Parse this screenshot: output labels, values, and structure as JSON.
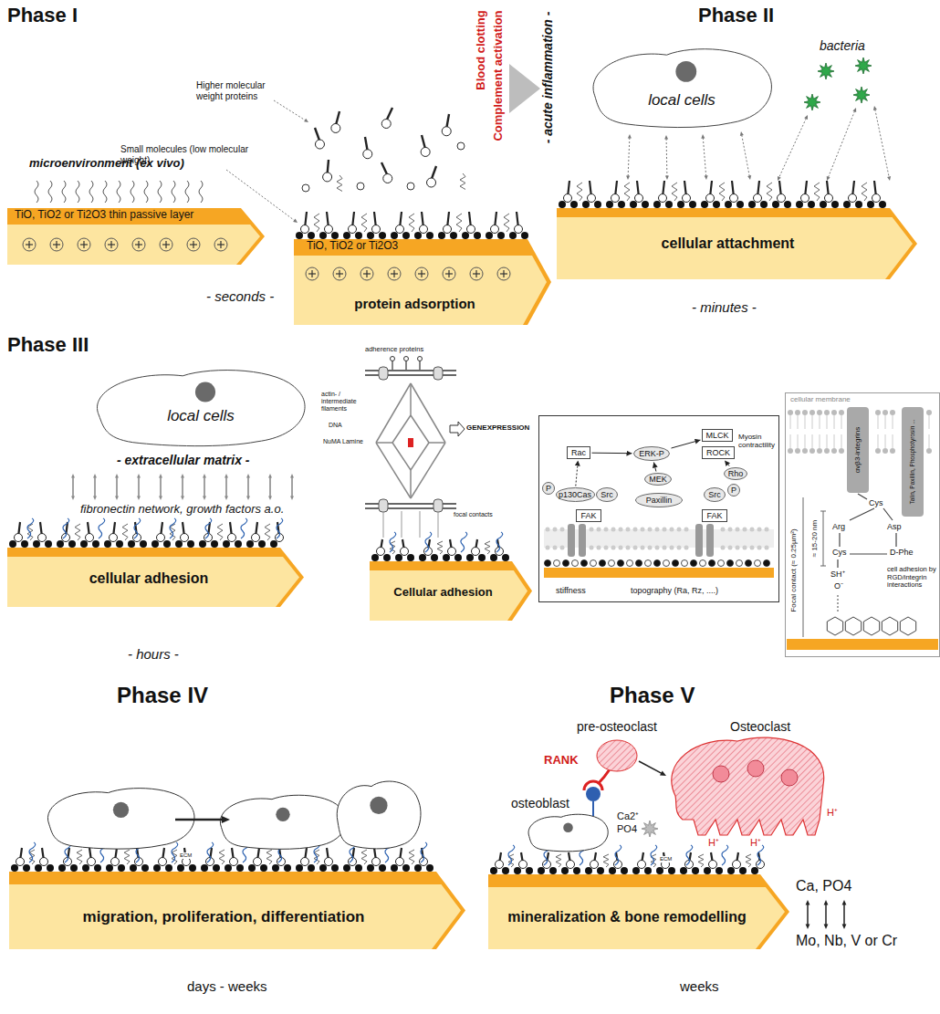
{
  "diagram": {
    "nodes": [
      {
        "text": [
          "TiO, TiO2 or Ti2O3 thin passive layer"
        ]
      },
      {
        "text": [
          "TiO, TiO2 or Ti2O3",
          "protein adsorption"
        ]
      },
      {
        "text": [
          "local cells"
        ]
      },
      {
        "text": [
          "cellular attachment"
        ]
      },
      {
        "text": [
          "local cells"
        ]
      },
      {
        "text": [
          "cellular adhesion"
        ]
      },
      {
        "text": [
          "Cellular adhesion"
        ]
      },
      {
        "text": [
          "Myosin contractility",
          "stiffness",
          "topography (Ra, Rz, ....)"
        ]
      },
      {
        "text": [
          "Rac"
        ],
        "in": 7
      },
      {
        "text": [
          "ERK-P"
        ],
        "in": 7
      },
      {
        "text": [
          "MLCK"
        ],
        "in": 7
      },
      {
        "text": [
          "ROCK"
        ],
        "in": 7
      },
      {
        "text": [
          "MEK"
        ],
        "in": 7
      },
      {
        "text": [
          "Rho"
        ],
        "in": 7
      },
      {
        "text": [
          "P"
        ],
        "in": 7
      },
      {
        "text": [
          "p130Cas"
        ],
        "in": 7
      },
      {
        "text": [
          "Src"
        ],
        "in": 7
      },
      {
        "text": [
          "Paxillin"
        ],
        "in": 7
      },
      {
        "text": [
          "Src"
        ],
        "in": 7
      },
      {
        "text": [
          "P"
        ],
        "in": 7
      },
      {
        "text": [
          "FAK"
        ],
        "in": 7
      },
      {
        "text": [
          "FAK"
        ],
        "in": 7
      },
      {
        "text": [
          "cellular membrane"
        ]
      },
      {
        "text": [
          "migration, proliferation, differentiation"
        ]
      },
      {
        "text": [
          "mineralization & bone remodelling"
        ]
      }
    ],
    "edges": [
      {
        "from": 15,
        "to": 8,
        "arrow": "to"
      },
      {
        "from": 8,
        "to": 9,
        "arrow": "to"
      },
      {
        "from": 12,
        "to": 9,
        "arrow": "to"
      },
      {
        "from": 9,
        "to": 10,
        "arrow": "to"
      },
      {
        "from": 13,
        "to": 11,
        "arrow": "to"
      }
    ],
    "labels": [
      "Phase I",
      "Higher molecular weight proteins",
      "Small molecules (low molecular weight)",
      "microenvironment (ex vivo)",
      "Blood clotting",
      "Complement activation",
      "- acute inflammation -",
      "- seconds -",
      "Phase II",
      "bacteria",
      "- minutes -",
      "Phase III",
      "- extracellular matrix -",
      "fibronectin network, growth factors a.o.",
      "- hours -",
      "adherence proteins",
      "actin- / intermediate filaments",
      "DNA",
      "NuMA Lamine",
      "GENEXPRESSION",
      "focal contacts",
      "αvβ3-integrins",
      "Talin, Paxillin, Phosphotyrosin ...",
      "Cys",
      "Arg",
      "Asp",
      "Cys",
      "D-Phe",
      "SH⁺",
      "O⁻",
      "cell adhesion by RGD/integrin interactions",
      "Focal contact (≈ 0.25µm²)",
      "≈ 15-20 nm",
      "Phase IV",
      "ECM",
      "days - weeks",
      "Phase V",
      "pre-osteoclast",
      "Osteoclast",
      "RANK",
      "osteoblast",
      "Ca2⁺",
      "PO4",
      "H⁺",
      "H⁺",
      "H⁺",
      "Ca, PO4",
      "Mo, Nb, V or Cr",
      "ECM",
      "weeks"
    ]
  }
}
